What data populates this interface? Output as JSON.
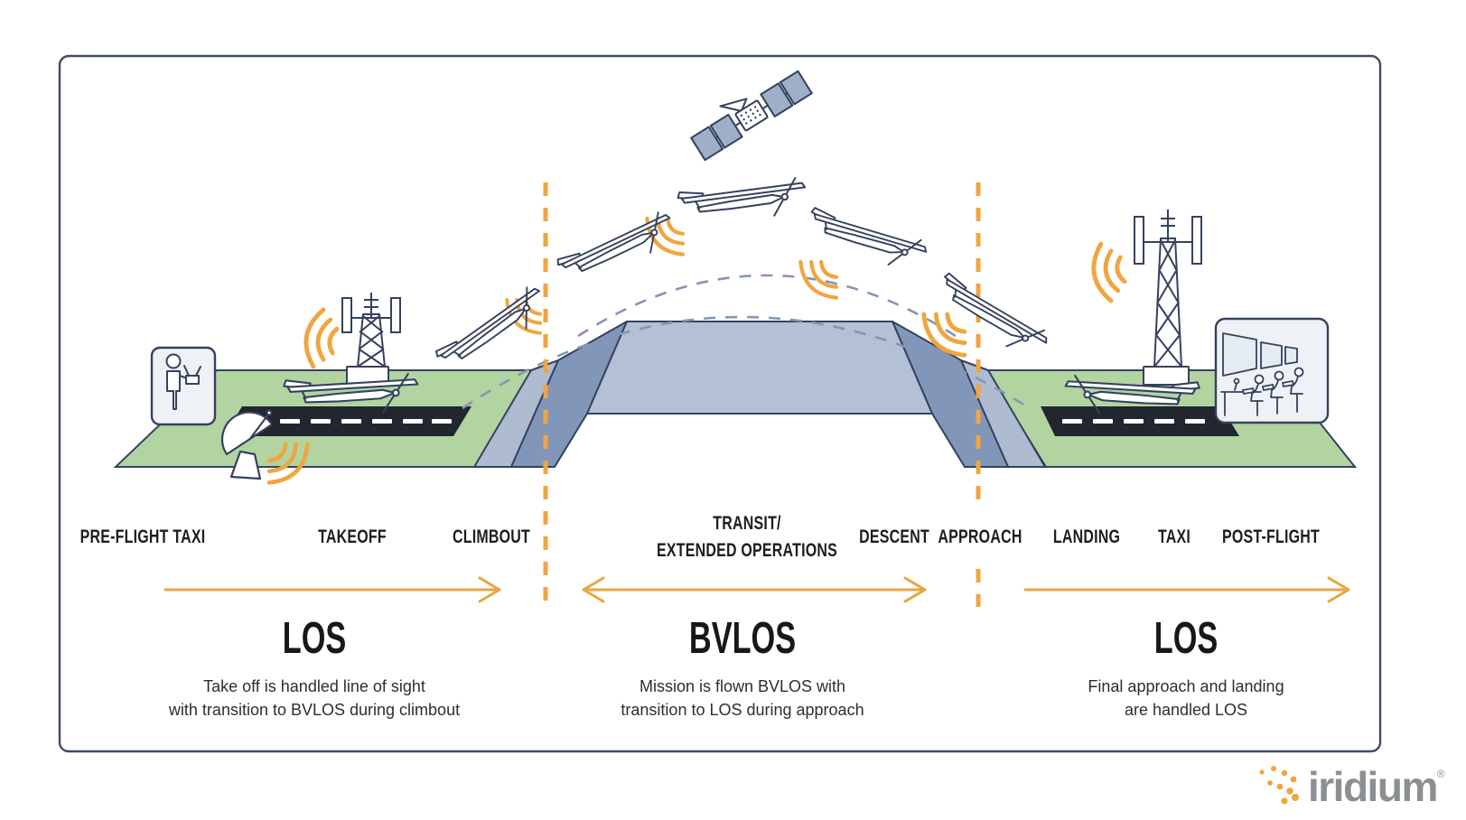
{
  "frame": {
    "background": "#FFFFFF",
    "border_color": "#3F4B63"
  },
  "phases": [
    {
      "label": "PRE-FLIGHT TAXI"
    },
    {
      "label": "TAKEOFF"
    },
    {
      "label": "CLIMBOUT"
    },
    {
      "label": "TRANSIT/",
      "label2": "EXTENDED OPERATIONS"
    },
    {
      "label": "DESCENT"
    },
    {
      "label": "APPROACH"
    },
    {
      "label": "LANDING"
    },
    {
      "label": "TAXI"
    },
    {
      "label": "POST-FLIGHT"
    }
  ],
  "sections": [
    {
      "title": "LOS",
      "desc1": "Take off is handled line of sight",
      "desc2": "with transition to BVLOS during climbout"
    },
    {
      "title": "BVLOS",
      "desc1": "Mission is flown BVLOS with",
      "desc2": "transition to LOS during approach"
    },
    {
      "title": "LOS",
      "desc1": "Final approach and landing",
      "desc2": "are handled LOS"
    }
  ],
  "logo": {
    "brand": "iridium",
    "registered": "®"
  },
  "colors": {
    "accent_orange": "#F0A53F",
    "line_navy": "#35425E",
    "ground_green": "#B2D4A1",
    "terrain_light": "#B3C0D5",
    "terrain_dark": "#8296BA",
    "terrain_mid": "#AEBBD1",
    "runway_dark": "#22262E",
    "flight_path_blue": "#8496B6",
    "card_fill": "#EEF2F6",
    "panel_blue": "#9DB0C8",
    "logo_gray": "#8B8F92",
    "logo_dot_orange": "#F2A33A"
  }
}
